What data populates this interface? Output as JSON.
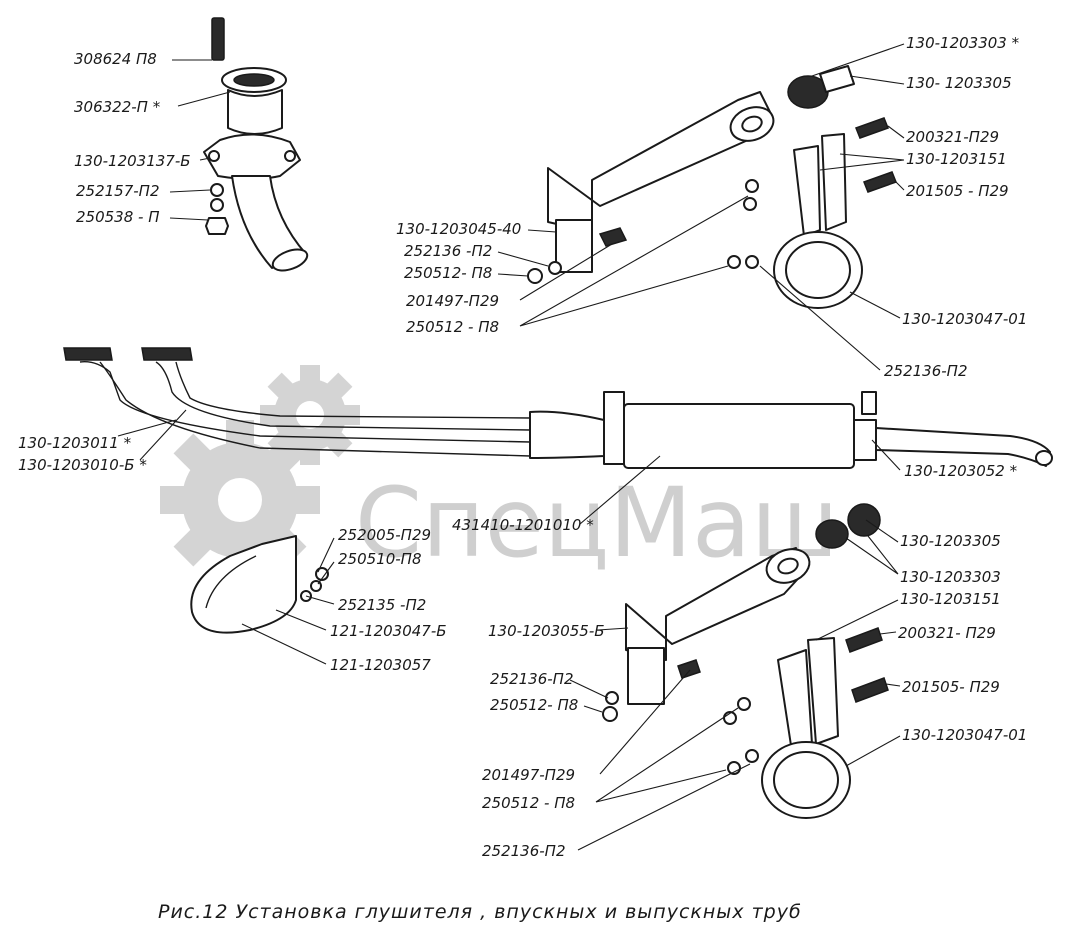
{
  "caption": "Рис.12 Установка глушителя , впускных и выпускных труб",
  "watermark": "СпецМаш",
  "labels": {
    "l01": "308624 П8",
    "l02": "306322-П *",
    "l03": "130-1203137-Б",
    "l04": "252157-П2",
    "l05": "250538 - П",
    "l06": "130-1203303 *",
    "l07": "130- 1203305",
    "l08": "200321-П29",
    "l09": "130-1203151",
    "l10": "201505 - П29",
    "l11": "130-1203045-40",
    "l12": "252136 -П2",
    "l13": "250512- П8",
    "l14": "201497-П29",
    "l15": "250512 - П8",
    "l16": "130-1203047-01",
    "l17": "252136-П2",
    "l18": "130-1203011 *",
    "l19": "130-1203010-Б *",
    "l20": "130-1203052 *",
    "l21": "431410-1201010 *",
    "l22": "252005-П29",
    "l23": "250510-П8",
    "l24": "252135 -П2",
    "l25": "121-1203047-Б",
    "l26": "121-1203057",
    "l27": "130-1203305",
    "l28": "130-1203303",
    "l29": "130-1203151",
    "l30": "130-1203055-Б",
    "l31": "200321- П29",
    "l32": "252136-П2",
    "l33": "250512- П8",
    "l34": "201505- П29",
    "l35": "130-1203047-01",
    "l36": "201497-П29",
    "l37": "250512 - П8",
    "l38": "252136-П2"
  }
}
